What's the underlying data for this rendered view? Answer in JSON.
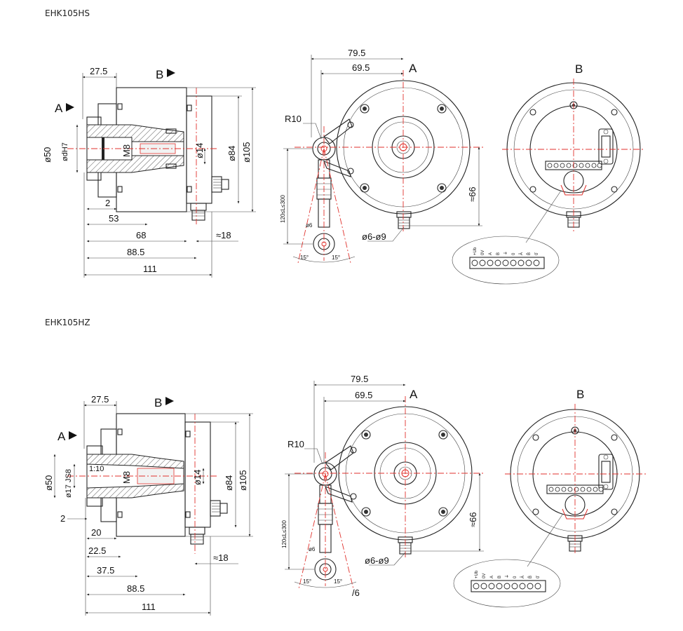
{
  "sections": [
    {
      "title": "EHK105HS",
      "side": {
        "dims": [
          "27.5",
          "ø50",
          "ødH7",
          "M8",
          "ø14",
          "ø84",
          "ø105",
          "2",
          "53",
          "68",
          "88.5",
          "111",
          "≈18"
        ],
        "markers": [
          "A",
          "B"
        ]
      },
      "front": {
        "dims": [
          "79.5",
          "69.5",
          "R10",
          "120≤L≤300",
          "ø6",
          "15°",
          "15°",
          "≈66",
          "ø6-ø9"
        ],
        "label": "A"
      },
      "back": {
        "label": "B",
        "terminals": [
          "+Ub",
          "0V",
          "A",
          "B",
          "⏚",
          "0",
          "Ā",
          "B̄",
          "0̄"
        ]
      }
    },
    {
      "title": "EHK105HZ",
      "side": {
        "dims": [
          "27.5",
          "ø50",
          "ø17 JS8",
          "1:10",
          "M8",
          "ø14",
          "ø84",
          "ø105",
          "2",
          "20",
          "22.5",
          "37.5",
          "88.5",
          "111",
          "≈18"
        ],
        "markers": [
          "A",
          "B"
        ]
      },
      "front": {
        "dims": [
          "79.5",
          "69.5",
          "R10",
          "120≤L≤300",
          "ø6",
          "15°",
          "15°",
          "≈66",
          "ø6-ø9",
          "/6"
        ],
        "label": "A"
      },
      "back": {
        "label": "B",
        "terminals": [
          "+Ub",
          "0V",
          "A",
          "B",
          "⏚",
          "0",
          "Ā",
          "B̄",
          "0̄"
        ]
      }
    }
  ]
}
